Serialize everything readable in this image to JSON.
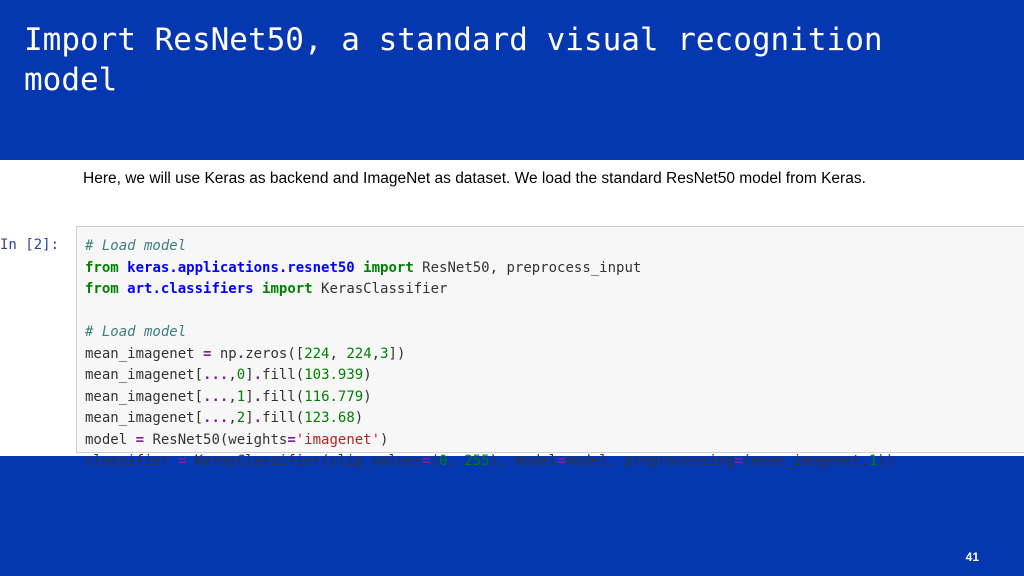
{
  "slide": {
    "title": "Import ResNet50, a standard visual recognition\nmodel",
    "page_number": "41"
  },
  "notebook": {
    "intro_text": "Here, we will use Keras as backend and ImageNet as dataset. We load the standard ResNet50 model from Keras.",
    "cell_prompt": "In [2]:",
    "code_lines": [
      [
        {
          "text": "# Load model",
          "type": "comment"
        }
      ],
      [
        {
          "text": "from",
          "type": "keyword"
        },
        {
          "text": " ",
          "type": "plain"
        },
        {
          "text": "keras.applications.resnet50",
          "type": "module"
        },
        {
          "text": " ",
          "type": "plain"
        },
        {
          "text": "import",
          "type": "keyword"
        },
        {
          "text": " ResNet50, preprocess_input",
          "type": "plain"
        }
      ],
      [
        {
          "text": "from",
          "type": "keyword"
        },
        {
          "text": " ",
          "type": "plain"
        },
        {
          "text": "art.classifiers",
          "type": "module"
        },
        {
          "text": " ",
          "type": "plain"
        },
        {
          "text": "import",
          "type": "keyword"
        },
        {
          "text": " KerasClassifier",
          "type": "plain"
        }
      ],
      [
        {
          "text": "",
          "type": "plain"
        }
      ],
      [
        {
          "text": "# Load model",
          "type": "comment"
        }
      ],
      [
        {
          "text": "mean_imagenet ",
          "type": "plain"
        },
        {
          "text": "=",
          "type": "operator"
        },
        {
          "text": " np",
          "type": "plain"
        },
        {
          "text": ".",
          "type": "operator"
        },
        {
          "text": "zeros([",
          "type": "plain"
        },
        {
          "text": "224",
          "type": "number"
        },
        {
          "text": ", ",
          "type": "plain"
        },
        {
          "text": "224",
          "type": "number"
        },
        {
          "text": ",",
          "type": "plain"
        },
        {
          "text": "3",
          "type": "number"
        },
        {
          "text": "])",
          "type": "plain"
        }
      ],
      [
        {
          "text": "mean_imagenet[",
          "type": "plain"
        },
        {
          "text": "...",
          "type": "operator"
        },
        {
          "text": ",",
          "type": "plain"
        },
        {
          "text": "0",
          "type": "number"
        },
        {
          "text": "]",
          "type": "plain"
        },
        {
          "text": ".",
          "type": "operator"
        },
        {
          "text": "fill(",
          "type": "plain"
        },
        {
          "text": "103.939",
          "type": "number"
        },
        {
          "text": ")",
          "type": "plain"
        }
      ],
      [
        {
          "text": "mean_imagenet[",
          "type": "plain"
        },
        {
          "text": "...",
          "type": "operator"
        },
        {
          "text": ",",
          "type": "plain"
        },
        {
          "text": "1",
          "type": "number"
        },
        {
          "text": "]",
          "type": "plain"
        },
        {
          "text": ".",
          "type": "operator"
        },
        {
          "text": "fill(",
          "type": "plain"
        },
        {
          "text": "116.779",
          "type": "number"
        },
        {
          "text": ")",
          "type": "plain"
        }
      ],
      [
        {
          "text": "mean_imagenet[",
          "type": "plain"
        },
        {
          "text": "...",
          "type": "operator"
        },
        {
          "text": ",",
          "type": "plain"
        },
        {
          "text": "2",
          "type": "number"
        },
        {
          "text": "]",
          "type": "plain"
        },
        {
          "text": ".",
          "type": "operator"
        },
        {
          "text": "fill(",
          "type": "plain"
        },
        {
          "text": "123.68",
          "type": "number"
        },
        {
          "text": ")",
          "type": "plain"
        }
      ],
      [
        {
          "text": "model ",
          "type": "plain"
        },
        {
          "text": "=",
          "type": "operator"
        },
        {
          "text": " ResNet50(weights",
          "type": "plain"
        },
        {
          "text": "=",
          "type": "operator"
        },
        {
          "text": "'imagenet'",
          "type": "string"
        },
        {
          "text": ")",
          "type": "plain"
        }
      ],
      [
        {
          "text": "classifier ",
          "type": "plain"
        },
        {
          "text": "=",
          "type": "operator"
        },
        {
          "text": " KerasClassifier(clip_values",
          "type": "plain"
        },
        {
          "text": "=",
          "type": "operator"
        },
        {
          "text": "(",
          "type": "plain"
        },
        {
          "text": "0",
          "type": "number"
        },
        {
          "text": ", ",
          "type": "plain"
        },
        {
          "text": "255",
          "type": "number"
        },
        {
          "text": "), model",
          "type": "plain"
        },
        {
          "text": "=",
          "type": "operator"
        },
        {
          "text": "model, preprocessing",
          "type": "plain"
        },
        {
          "text": "=",
          "type": "operator"
        },
        {
          "text": "(mean_imagenet,",
          "type": "plain"
        },
        {
          "text": "1",
          "type": "number"
        },
        {
          "text": "))",
          "type": "plain"
        }
      ]
    ]
  },
  "colors": {
    "slide_background": "#0537b0",
    "comment": "#408080",
    "keyword": "#008000",
    "module": "#0000ff",
    "number": "#008000",
    "string": "#ba2121",
    "operator": "#7b1fa2"
  }
}
